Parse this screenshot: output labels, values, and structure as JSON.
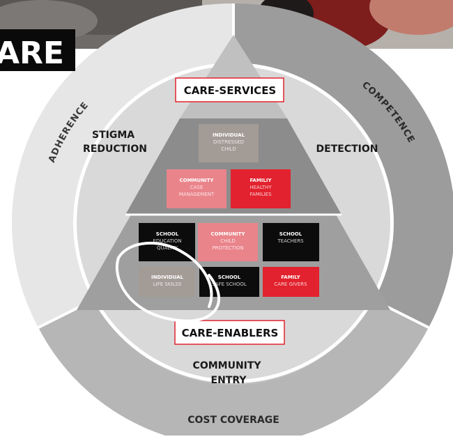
{
  "brand": {
    "title_fragment": "ARE",
    "colors": {
      "red": "#e2222e",
      "pink": "#e9848b",
      "black": "#0c0c0c",
      "gray_box": "#a39b96"
    }
  },
  "ring": {
    "adherence": "ADHERENCE",
    "competence": "COMPETENCE",
    "cost_coverage": "COST COVERAGE"
  },
  "pillars": {
    "stigma": [
      "STIGMA",
      "REDUCTION"
    ],
    "detection": "DETECTION",
    "community_entry": [
      "COMMUNITY",
      "ENTRY"
    ]
  },
  "labels": {
    "care_services": "CARE-SERVICES",
    "care_enablers": "CARE-ENABLERS"
  },
  "boxes": [
    {
      "title": "INDIVIDUAL",
      "lines": [
        "DISTRESSED",
        "CHILD"
      ]
    },
    {
      "title": "COMMUNITY",
      "lines": [
        "CASE",
        "MANAGEMENT"
      ]
    },
    {
      "title": "FAMILIY",
      "lines": [
        "HEALTHY",
        "FAMILIES"
      ]
    },
    {
      "title": "SCHOOL",
      "lines": [
        "EDUCATION",
        "QUALITY"
      ]
    },
    {
      "title": "COMMUNITY",
      "lines": [
        "CHILD",
        "PROTECTION"
      ]
    },
    {
      "title": "SCHOOL",
      "lines": [
        "TEACHERS"
      ]
    },
    {
      "title": "INDIVIDUAL",
      "lines": [
        "LIFE SKILSS"
      ]
    },
    {
      "title": "SCHOOL",
      "lines": [
        "SAFE SCHOOL"
      ]
    },
    {
      "title": "FAMILY",
      "lines": [
        "CARE GIVERS"
      ]
    }
  ]
}
